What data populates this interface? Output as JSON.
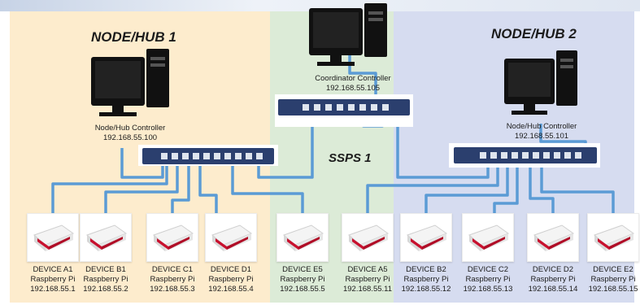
{
  "zones": {
    "hub1": {
      "title": "NODE/HUB 1",
      "color": "#fdeccd"
    },
    "ssps": {
      "title": "SSPS 1",
      "color": "#dcebd7"
    },
    "hub2": {
      "title": "NODE/HUB 2",
      "color": "#d6dcf0"
    }
  },
  "coordinator": {
    "name": "Coordinator Controller",
    "ip": "192.168.55.105"
  },
  "hub1_controller": {
    "name": "Node/Hub Controller",
    "ip": "192.168.55.100"
  },
  "hub2_controller": {
    "name": "Node/Hub Controller",
    "ip": "192.168.55.101"
  },
  "devices": [
    {
      "name": "DEVICE A1",
      "type": "Raspberry Pi",
      "ip": "192.168.55.1"
    },
    {
      "name": "DEVICE B1",
      "type": "Raspberry Pi",
      "ip": "192.168.55.2"
    },
    {
      "name": "DEVICE C1",
      "type": "Raspberry Pi",
      "ip": "192.168.55.3"
    },
    {
      "name": "DEVICE D1",
      "type": "Raspberry Pi",
      "ip": "192.168.55.4"
    },
    {
      "name": "DEVICE E5",
      "type": "Raspberry Pi",
      "ip": "192.168.55.5"
    },
    {
      "name": "DEVICE A5",
      "type": "Raspberry Pi",
      "ip": "192.168.55.11"
    },
    {
      "name": "DEVICE B2",
      "type": "Raspberry Pi",
      "ip": "192.168.55.12"
    },
    {
      "name": "DEVICE C2",
      "type": "Raspberry Pi",
      "ip": "192.168.55.13"
    },
    {
      "name": "DEVICE D2",
      "type": "Raspberry Pi",
      "ip": "192.168.55.14"
    },
    {
      "name": "DEVICE E2",
      "type": "Raspberry Pi",
      "ip": "192.168.55.15"
    }
  ],
  "colors": {
    "cable": "#5b9bd5",
    "switch": "#2b3f6e",
    "monitor": "#111111"
  },
  "icons": {
    "computer": "desktop-computer-icon",
    "switch": "network-switch-icon",
    "device": "raspberry-pi-icon"
  }
}
